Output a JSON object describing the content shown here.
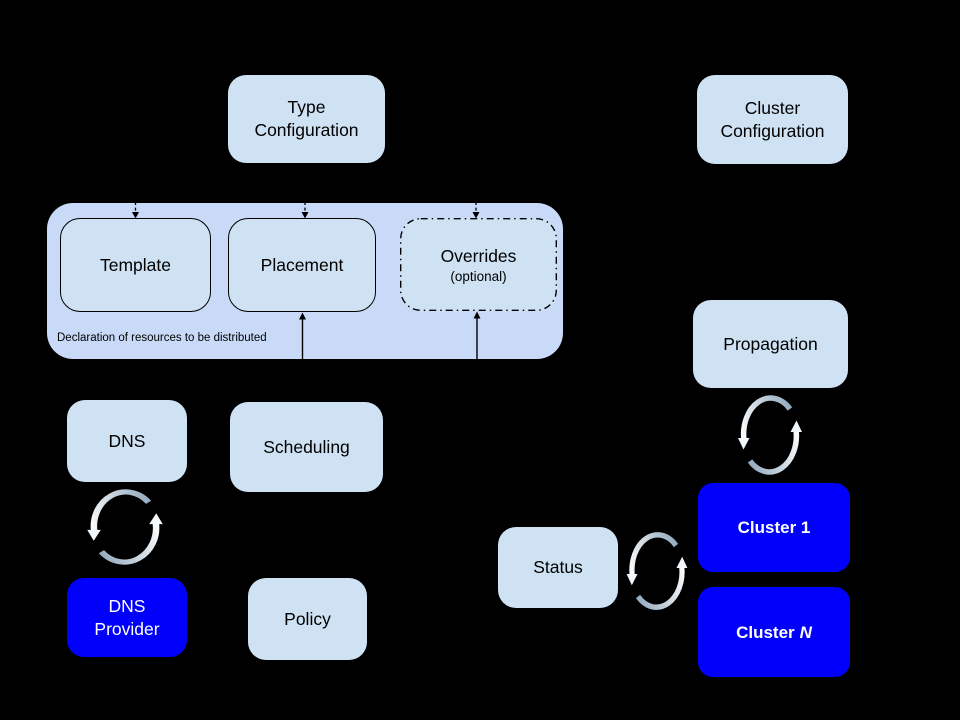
{
  "diagram": {
    "colors": {
      "background": "#000000",
      "node_fill": "#cfe2f3",
      "group_fill": "#c9daf8",
      "highlight_fill": "#0100fa",
      "text_dark": "#000000",
      "text_light": "#ffffff",
      "connector": "#000000",
      "sync_icon_gray": "#93aabe",
      "sync_icon_light": "#ffffff"
    },
    "icons": {
      "sync_cycle": "two curved arrows forming a refresh/sync cycle"
    },
    "nodes": {
      "type_configuration": {
        "label": "Type\nConfiguration"
      },
      "cluster_configuration": {
        "label": "Cluster\nConfiguration"
      },
      "template": {
        "label": "Template"
      },
      "placement": {
        "label": "Placement"
      },
      "overrides": {
        "label": "Overrides",
        "sublabel": "(optional)"
      },
      "declaration_caption": {
        "label": "Declaration of resources to be distributed"
      },
      "dns": {
        "label": "DNS"
      },
      "scheduling": {
        "label": "Scheduling"
      },
      "propagation": {
        "label": "Propagation"
      },
      "dns_provider": {
        "label": "DNS\nProvider"
      },
      "policy": {
        "label": "Policy"
      },
      "status": {
        "label": "Status"
      },
      "cluster_1": {
        "label": "Cluster 1"
      },
      "cluster_n": {
        "label_prefix": "Cluster",
        "label_suffix_italic": "N"
      }
    },
    "edges": [
      {
        "target": "template",
        "direction": "down",
        "style": "dashed"
      },
      {
        "target": "placement",
        "direction": "down",
        "style": "dashed"
      },
      {
        "target": "overrides",
        "direction": "down",
        "style": "dashed"
      },
      {
        "target": "placement",
        "direction": "up",
        "style": "solid"
      },
      {
        "target": "overrides",
        "direction": "up",
        "style": "solid"
      }
    ],
    "sync_links": [
      {
        "a": "dns",
        "b": "dns_provider"
      },
      {
        "a": "propagation",
        "b": "cluster_1"
      },
      {
        "a": "status",
        "b": "cluster_1"
      }
    ]
  }
}
